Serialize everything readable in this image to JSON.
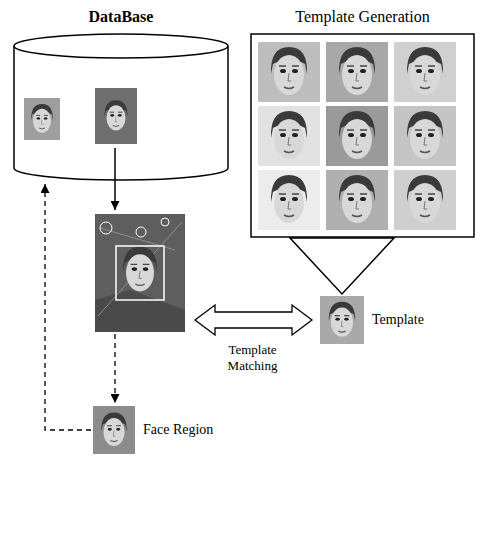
{
  "diagram": {
    "nodes": [
      {
        "text": [
          "DataBase"
        ]
      },
      {
        "text": [
          "Template Generation"
        ]
      },
      {
        "text": [
          "Template"
        ]
      },
      {
        "text": [
          "Face Region"
        ]
      }
    ],
    "edges": [
      {
        "from": 1,
        "to": 2,
        "arrow": "to"
      },
      {
        "from": 3,
        "to": 0,
        "arrow": "to"
      }
    ],
    "labels": [
      "Template Matching"
    ]
  }
}
